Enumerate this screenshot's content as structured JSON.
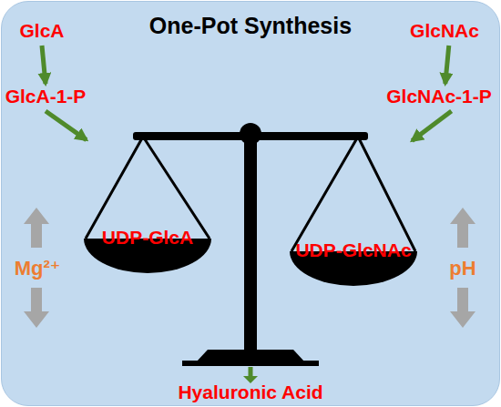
{
  "diagram": {
    "title": "One-Pot Synthesis",
    "nodes": [
      {
        "text": [
          "GlcA"
        ]
      },
      {
        "text": [
          "GlcA-1-P"
        ]
      },
      {
        "text": [
          "UDP-GlcA"
        ]
      },
      {
        "text": [
          "GlcNAc"
        ]
      },
      {
        "text": [
          "GlcNAc-1-P"
        ]
      },
      {
        "text": [
          "UDP-GlcNAc"
        ]
      },
      {
        "text": [
          "Hyaluronic Acid"
        ]
      }
    ],
    "edges": [
      {
        "from": 0,
        "to": 1,
        "arrow": "to"
      },
      {
        "from": 1,
        "to": 2,
        "arrow": "to"
      },
      {
        "from": 3,
        "to": 4,
        "arrow": "to"
      },
      {
        "from": 4,
        "to": 5,
        "arrow": "to"
      }
    ],
    "labels": [
      "Mg²⁺",
      "pH"
    ]
  }
}
